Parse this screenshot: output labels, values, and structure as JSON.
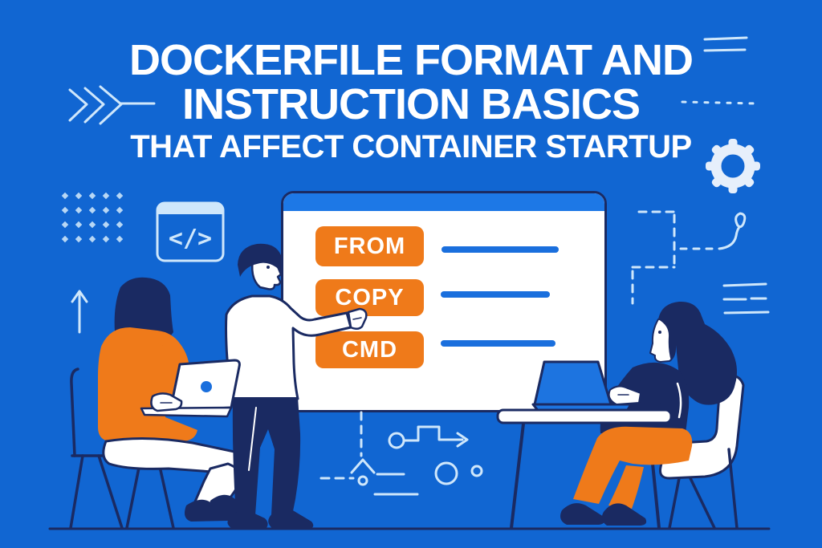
{
  "theme": {
    "bg": "#1166d2",
    "bgHeader": "#1d78e6",
    "navy": "#1a2a62",
    "orange": "#ef7a1a",
    "white": "#ffffff",
    "light": "#cfe7fb",
    "lineBlue": "#1a6fdd",
    "laptopBlue": "#1d74e0",
    "gearLight": "#e6effb",
    "dotsLight": "#b7d7f5"
  },
  "title": {
    "line1": "DOCKERFILE FORMAT AND",
    "line2": "INSTRUCTION BASICS",
    "line3": "THAT AFFECT CONTAINER STARTUP"
  },
  "whiteboard": {
    "items": [
      {
        "label": "FROM"
      },
      {
        "label": "COPY"
      },
      {
        "label": "CMD"
      }
    ]
  },
  "icons": {
    "code_glyph": "</>",
    "names": [
      "arrow-fletching-icon",
      "equals-lines-icon",
      "dotted-row-icon",
      "gear-icon",
      "dots-grid-icon",
      "code-window-icon",
      "dashed-route-icon",
      "balloon-doodle-icon",
      "notes-lines-icon",
      "up-arrow-icon",
      "flow-doodle-icon"
    ]
  }
}
